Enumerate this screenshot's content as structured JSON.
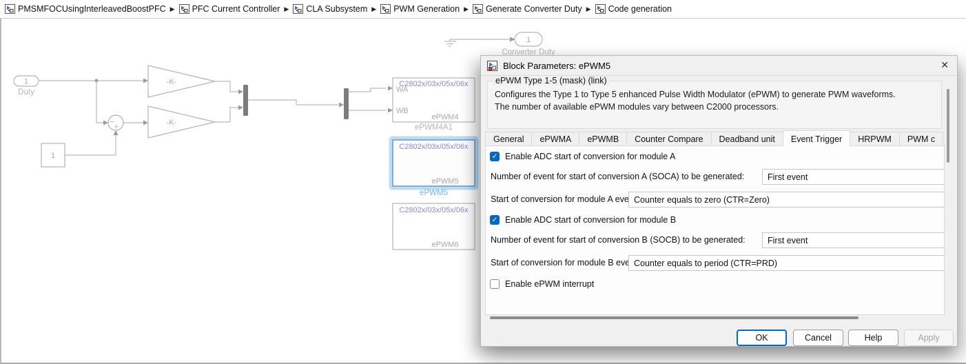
{
  "colors": {
    "accent_blue": "#0067c4",
    "selection_blue": "#5b9bd5",
    "selection_caption": "#76b3e3",
    "block_header_purple": "#8d85da",
    "diagram_gray": "#b9b9b9",
    "disabled_text": "#a3a3a3"
  },
  "breadcrumb": {
    "separator": "▶",
    "items": [
      {
        "label": "PMSMFOCUsingInterleavedBoostPFC"
      },
      {
        "label": "PFC Current Controller"
      },
      {
        "label": "CLA Subsystem"
      },
      {
        "label": "PWM Generation"
      },
      {
        "label": "Generate Converter Duty"
      },
      {
        "label": "Code generation"
      }
    ]
  },
  "diagram": {
    "converter_duty_port": {
      "number": "1",
      "label": "Converter Duty"
    },
    "duty_inport": {
      "number": "1",
      "label": "Duty"
    },
    "constant_block": {
      "value": "1"
    },
    "gain_top": {
      "label": "-K-"
    },
    "gain_bottom": {
      "label": "-K-"
    },
    "sum_block": {
      "top_sign": "−",
      "bottom_sign": "+"
    },
    "epwm4": {
      "header": "C2802x/03x/05x/06x",
      "port_a": "WA",
      "port_b": "WB",
      "name": "ePWM4",
      "caption": "ePWM4A1"
    },
    "epwm5": {
      "header": "C2802x/03x/05x/06x",
      "name": "ePWM5",
      "caption": "ePWM5"
    },
    "epwm6": {
      "header": "C2802x/03x/05x/06x",
      "name": "ePWM6"
    }
  },
  "dialog": {
    "title": "Block Parameters: ePWM5",
    "close_icon": "✕",
    "mask_group": {
      "legend": "ePWM Type 1-5 (mask) (link)",
      "description_line1": "Configures the Type 1 to Type 5 enhanced Pulse Width Modulator (ePWM) to generate PWM waveforms.",
      "description_line2": "The number of available ePWM modules vary between C2000 processors."
    },
    "tabs": [
      {
        "label": "General",
        "active": false
      },
      {
        "label": "ePWMA",
        "active": false
      },
      {
        "label": "ePWMB",
        "active": false
      },
      {
        "label": "Counter Compare",
        "active": false
      },
      {
        "label": "Deadband unit",
        "active": false
      },
      {
        "label": "Event Trigger",
        "active": true
      },
      {
        "label": "HRPWM",
        "active": false
      },
      {
        "label": "PWM c",
        "active": false
      }
    ],
    "check_icon": "✓",
    "fields": {
      "enable_soc_a": {
        "label": "Enable ADC start of conversion for module A",
        "checked": true
      },
      "soca_count": {
        "label": "Number of event for start of conversion A (SOCA) to be generated:",
        "value": "First event"
      },
      "soca_event": {
        "label": "Start of conversion for module A event selection:",
        "value": "Counter equals to zero (CTR=Zero)"
      },
      "enable_soc_b": {
        "label": "Enable ADC start of conversion for module B",
        "checked": true
      },
      "socb_count": {
        "label": "Number of event for start of conversion B (SOCB) to be generated:",
        "value": "First event"
      },
      "socb_event": {
        "label": "Start of conversion for module B event selection:",
        "value": "Counter equals to period (CTR=PRD)"
      },
      "enable_interrupt": {
        "label": "Enable ePWM interrupt",
        "checked": false
      }
    },
    "buttons": {
      "ok": "OK",
      "cancel": "Cancel",
      "help": "Help",
      "apply": "Apply"
    }
  }
}
